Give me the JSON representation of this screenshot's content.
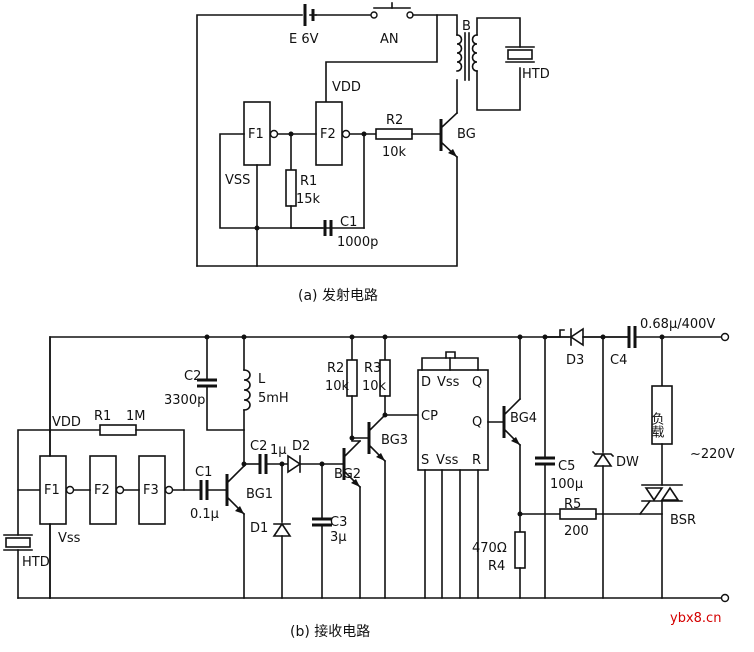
{
  "transmitter": {
    "caption": "(a) 发射电路",
    "battery": "E 6V",
    "switch": "AN",
    "transformer": "B",
    "transducer": "HTD",
    "vdd": "VDD",
    "vss": "VSS",
    "gate1": "F1",
    "gate2": "F2",
    "r2_name": "R2",
    "r2_value": "10k",
    "transistor": "BG",
    "r1_name": "R1",
    "r1_value": "15k",
    "c1_name": "C1",
    "c1_value": "1000p"
  },
  "receiver": {
    "caption": "(b) 接收电路",
    "vdd": "VDD",
    "vss": "Vss",
    "transducer": "HTD",
    "r1_name": "R1",
    "r1_value": "1M",
    "gate1": "F1",
    "gate2": "F2",
    "gate3": "F3",
    "c1_name": "C1",
    "c1_value": "0.1μ",
    "c2_label": "C2",
    "c2_value": "3300p",
    "l_name": "L",
    "l_value": "5mH",
    "c2b_name": "C2",
    "c2b_value": "1μ",
    "d2": "D2",
    "d1": "D1",
    "c3_name": "C3",
    "c3_value": "3μ",
    "bg1": "BG1",
    "bg2": "BG2",
    "bg3": "BG3",
    "bg4": "BG4",
    "r2_name": "R2",
    "r2_value": "10k",
    "r3_name": "R3",
    "r3_value": "10k",
    "ff_d": "D",
    "ff_vss_top": "Vss",
    "ff_q_top": "Q",
    "ff_cp": "CP",
    "ff_q": "Q",
    "ff_s": "S",
    "ff_vss_bottom": "Vss",
    "ff_r": "R",
    "r4_value": "470Ω",
    "r4_name": "R4",
    "c5_name": "C5",
    "c5_value": "100μ",
    "r5_name": "R5",
    "r5_value": "200",
    "d3": "D3",
    "c4_name": "C4",
    "c4_value": "0.68μ/400V",
    "dw": "DW",
    "load": "负载",
    "mains": "~220V",
    "triac": "BSR"
  },
  "watermark": "ybx8.cn"
}
